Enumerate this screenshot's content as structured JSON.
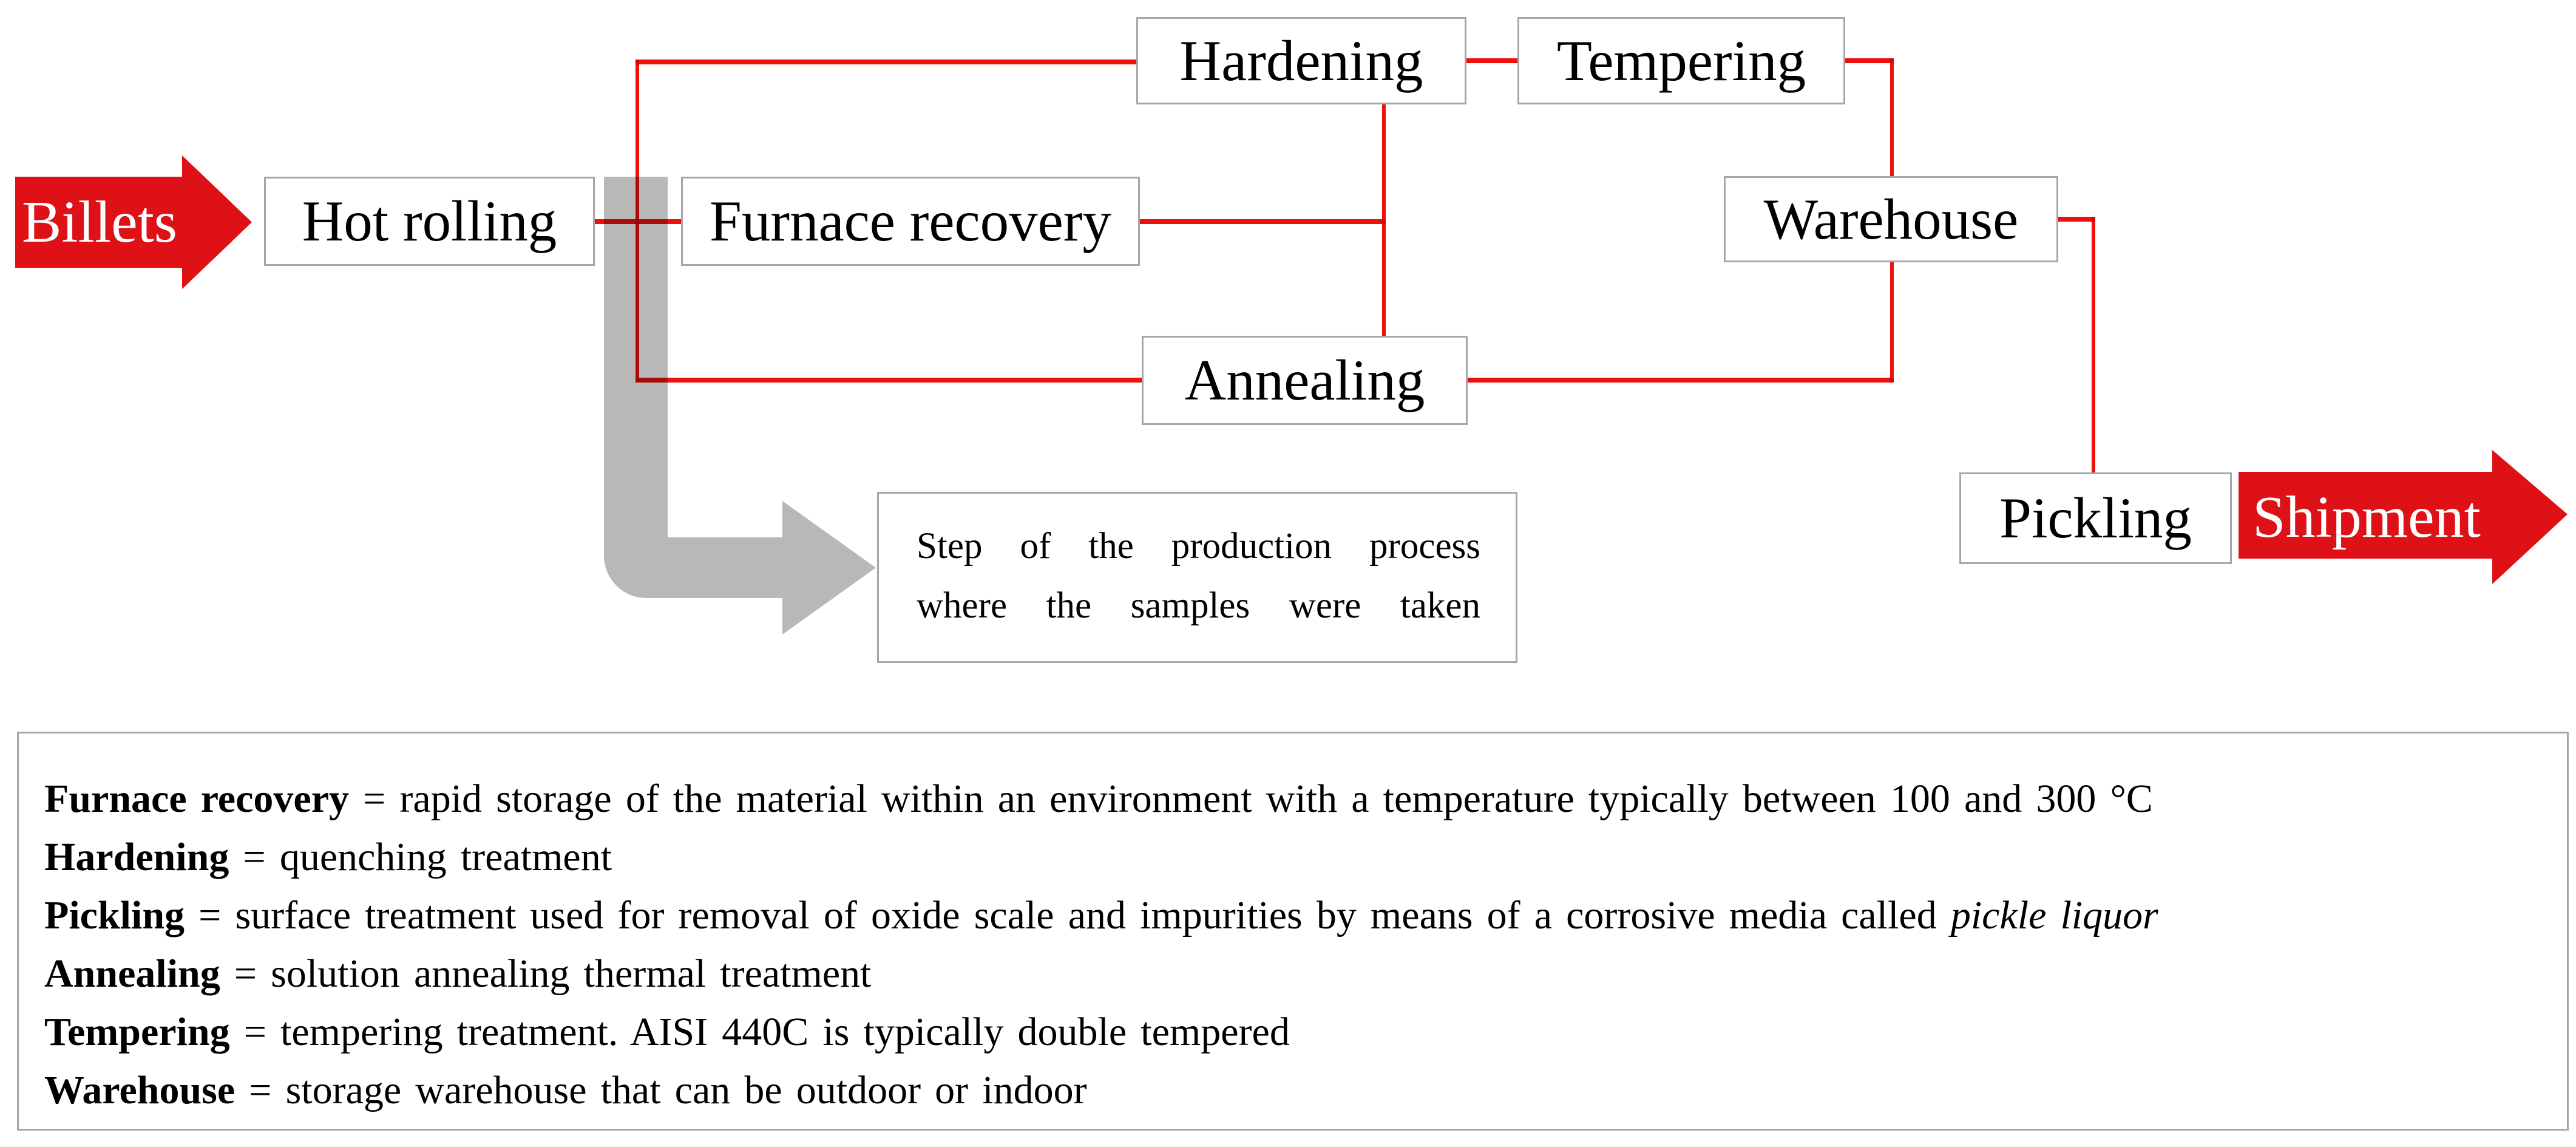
{
  "colors": {
    "connector_red": "#ee0f0f",
    "block_arrow_red": "#de1117",
    "sample_arrow_gray": "#b8b8b8",
    "box_border_gray": "#a6a6a6",
    "text_black": "#000000"
  },
  "flow": {
    "billets_label": "Billets",
    "shipment_label": "Shipment",
    "boxes": {
      "hot_rolling": "Hot rolling",
      "furnace_recovery": "Furnace recovery",
      "hardening": "Hardening",
      "tempering": "Tempering",
      "warehouse": "Warehouse",
      "annealing": "Annealing",
      "pickling": "Pickling"
    },
    "samples_note": {
      "line1": "Step of the production process",
      "line2": "where the samples were taken"
    }
  },
  "legend": {
    "items": [
      {
        "term": "Furnace recovery",
        "definition": "= rapid storage of the material within an environment with a temperature typically between 100 and 300 °C",
        "italic": ""
      },
      {
        "term": "Hardening",
        "definition": "= quenching treatment",
        "italic": ""
      },
      {
        "term": "Pickling",
        "definition": "= surface treatment used for removal of oxide scale and impurities by means of a corrosive media called ",
        "italic": "pickle liquor"
      },
      {
        "term": "Annealing",
        "definition": "= solution annealing thermal treatment",
        "italic": ""
      },
      {
        "term": "Tempering",
        "definition": "= tempering treatment. AISI 440C is typically double tempered",
        "italic": ""
      },
      {
        "term": "Warehouse",
        "definition": "= storage warehouse that can be outdoor or indoor",
        "italic": ""
      }
    ]
  }
}
